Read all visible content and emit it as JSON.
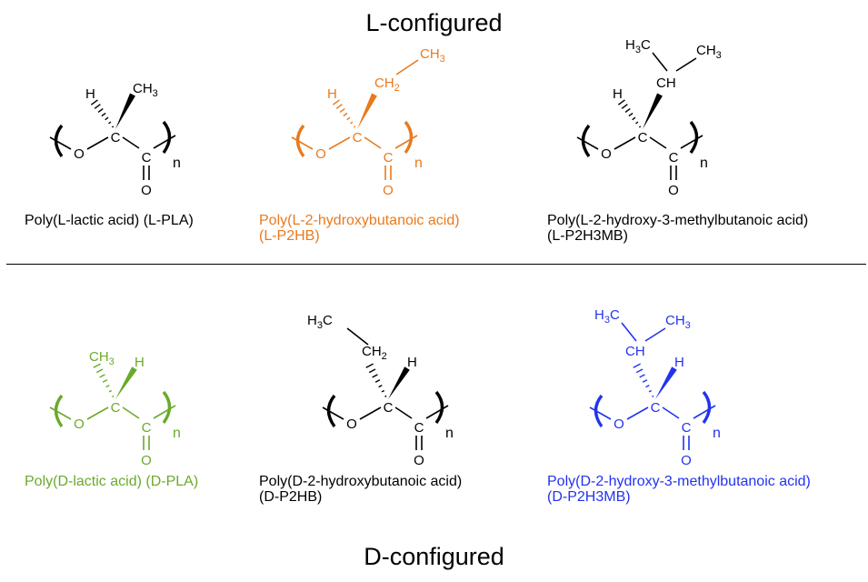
{
  "headings": {
    "top": "L-configured",
    "bottom": "D-configured"
  },
  "colors": {
    "black": "#000000",
    "orange": "#e87a1d",
    "green": "#6aaa2a",
    "blue": "#2233ee"
  },
  "atoms": {
    "O": "O",
    "C": "C",
    "H": "H",
    "n": "n"
  },
  "groups": {
    "CH3": "CH",
    "CH2": "CH",
    "CH": "CH",
    "H3C_h": "H",
    "H3C_c": "C",
    "sub3": "3",
    "sub2": "2"
  },
  "structures": [
    {
      "id": "l-pla",
      "config": "L",
      "substituent": "methyl",
      "color": "black",
      "name_lines": [
        "Poly(L-lactic acid) (L-PLA)"
      ]
    },
    {
      "id": "l-p2hb",
      "config": "L",
      "substituent": "ethyl",
      "color": "orange",
      "name_lines": [
        "Poly(L-2-hydroxybutanoic acid)",
        "(L-P2HB)"
      ]
    },
    {
      "id": "l-p2h3mb",
      "config": "L",
      "substituent": "isopropyl",
      "color": "black",
      "name_lines": [
        "Poly(L-2-hydroxy-3-methylbutanoic acid)",
        "(L-P2H3MB)"
      ]
    },
    {
      "id": "d-pla",
      "config": "D",
      "substituent": "methyl",
      "color": "green",
      "name_lines": [
        "Poly(D-lactic acid) (D-PLA)"
      ]
    },
    {
      "id": "d-p2hb",
      "config": "D",
      "substituent": "ethyl",
      "color": "black",
      "name_lines": [
        "Poly(D-2-hydroxybutanoic acid)",
        "(D-P2HB)"
      ]
    },
    {
      "id": "d-p2h3mb",
      "config": "D",
      "substituent": "isopropyl",
      "color": "blue",
      "name_lines": [
        "Poly(D-2-hydroxy-3-methylbutanoic acid)",
        "(D-P2H3MB)"
      ]
    }
  ]
}
